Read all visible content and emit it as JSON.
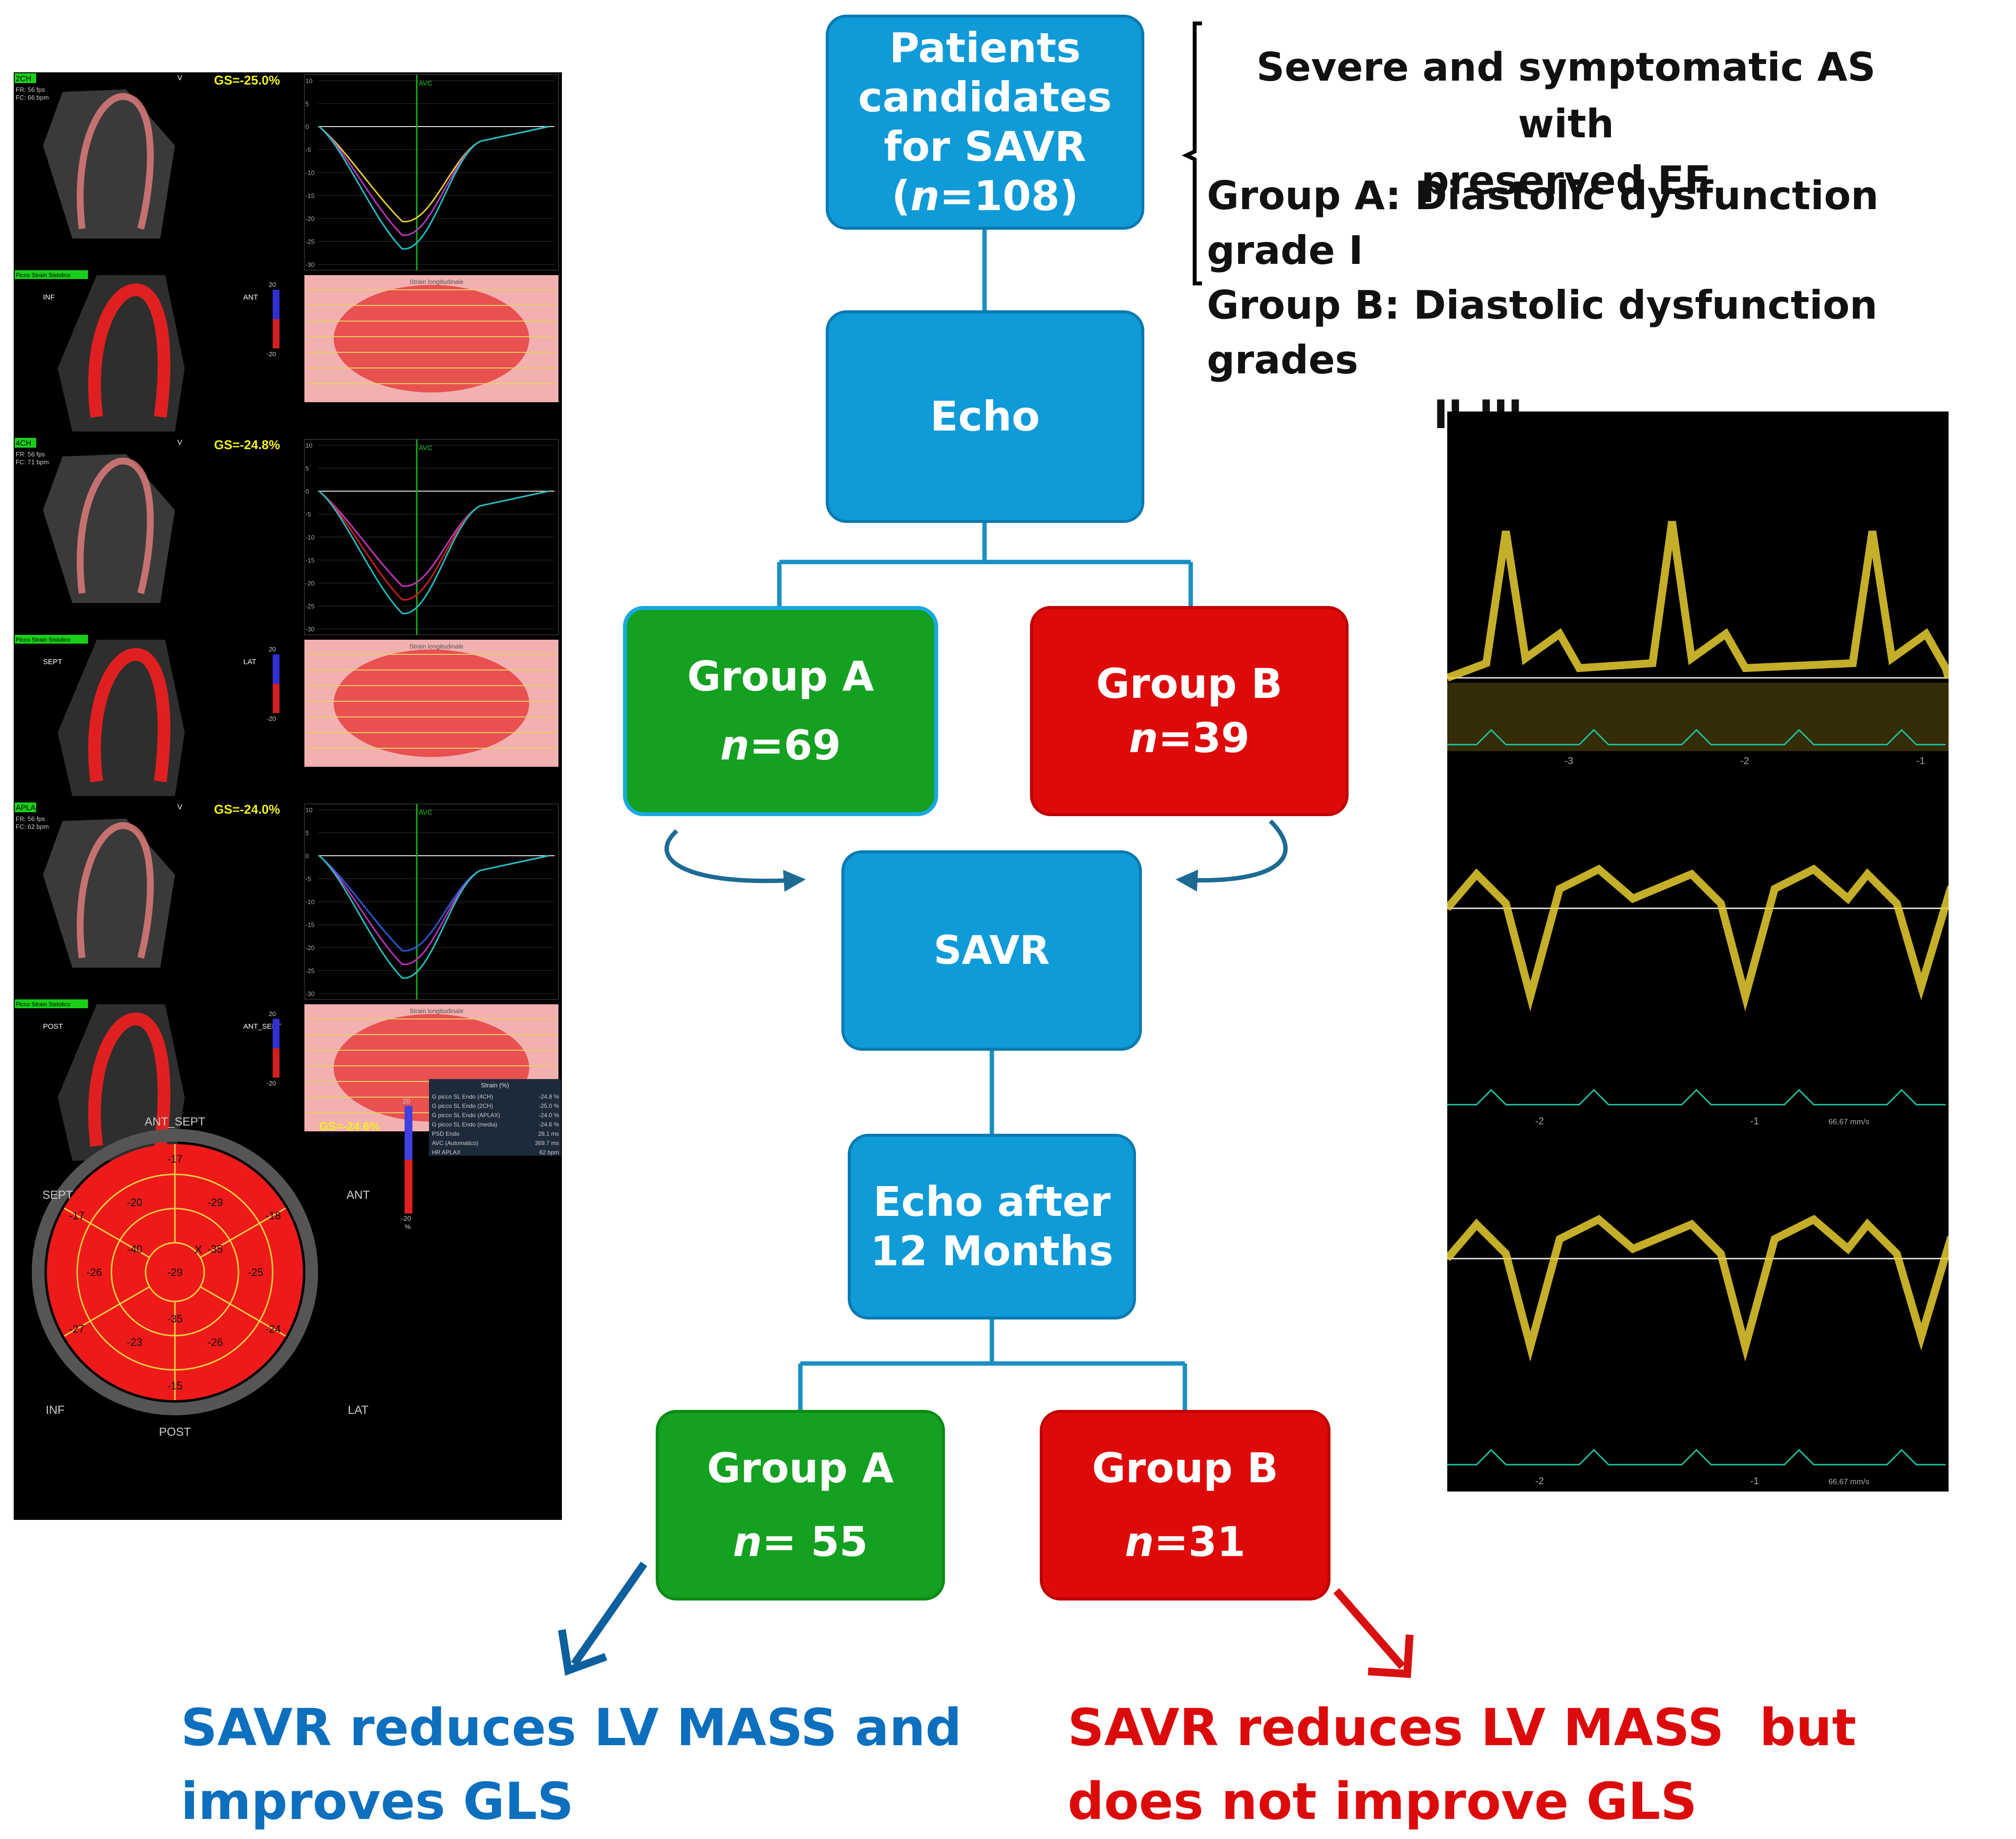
{
  "flowchart": {
    "patients": {
      "line1": "Patients",
      "line2": "candidates",
      "line3": "for SAVR",
      "n_prefix": "(",
      "n_var": "n",
      "n_suffix": "=108)"
    },
    "echo": {
      "label": "Echo"
    },
    "group_a_pre": {
      "label": "Group A",
      "n_var": "n",
      "n_value": "=69"
    },
    "group_b_pre": {
      "label": "Group B",
      "n_var": "n",
      "n_value": "=39"
    },
    "savr": {
      "label": "SAVR"
    },
    "echo_after": {
      "line1": "Echo after",
      "line2": "12 Months"
    },
    "group_a_post": {
      "label": "Group A",
      "n_var": "n",
      "n_value": "= 55"
    },
    "group_b_post": {
      "label": "Group B",
      "n_var": "n",
      "n_value": "=31"
    }
  },
  "inclusion_note": {
    "line1": "Severe and symptomatic AS with",
    "line2": "preserved EF",
    "line3": "Group A: Diastolic dysfunction grade I",
    "line4": "Group B: Diastolic dysfunction grades",
    "line5": "II-III"
  },
  "conclusions": {
    "group_a": {
      "line1": "SAVR reduces LV MASS and",
      "line2": "improves GLS",
      "color": "#0d6fbd"
    },
    "group_b": {
      "line1": "SAVR reduces LV MASS  but",
      "line2": "does not improve GLS",
      "color": "#dc0b0b"
    }
  },
  "colors": {
    "flow_blue": "#0f9ad8",
    "connector": "#1a8fc2",
    "group_green": "#14a020",
    "group_red": "#de0a0a"
  },
  "echo_panel": {
    "views": [
      {
        "view_tag": "2CH",
        "gs": "GS=-25.0%",
        "fr": "FR: 56 fps",
        "fc": "FC: 66 bpm",
        "left": "INF",
        "right": "ANT"
      },
      {
        "view_tag": "4CH",
        "gs": "GS=-24.8%",
        "fr": "FR: 56 fps",
        "fc": "FC: 71 bpm",
        "left": "SEPT",
        "right": "LAT"
      },
      {
        "view_tag": "APLAX",
        "gs": "GS=-24.0%",
        "fr": "FR: 56 fps",
        "fc": "FC: 62 bpm",
        "left": "POST",
        "right": "ANT_SEPT"
      }
    ],
    "v_marker": "V",
    "segment_tag": "Picco Strain Sistolico",
    "avc": "AVC",
    "curve_y_ticks": [
      "10",
      "5",
      "0",
      "-5",
      "-10",
      "-15",
      "-20",
      "-25",
      "-30"
    ],
    "scale_top": "20",
    "scale_bottom": "-20",
    "scale_unit": "%",
    "heatmap_label": "Strain longitudinale",
    "bullseye": {
      "gs": "GS=-24.6%",
      "orient": {
        "top": "ANT_SEPT",
        "top_left": "SEPT",
        "top_right": "ANT",
        "bottom_left": "INF",
        "bottom_right": "LAT",
        "bottom": "POST"
      },
      "outer_ring": [
        -17,
        -18,
        -24,
        -15,
        -27,
        -17
      ],
      "mid_ring": [
        -29,
        -25,
        -26,
        -23,
        -26,
        -20
      ],
      "apical_ring": [
        -35,
        -35,
        -40
      ],
      "apex": -29,
      "marker": "X"
    },
    "strain_table": {
      "title": "Strain (%)",
      "rows": [
        {
          "k": "G picco SL Endo (4CH)",
          "v": "-24.8 %"
        },
        {
          "k": "G picco SL Endo (2CH)",
          "v": "-25.0 %"
        },
        {
          "k": "G picco SL Endo (APLAX)",
          "v": "-24.0 %"
        },
        {
          "k": "G picco SL Endo (media)",
          "v": "-24.6 %"
        },
        {
          "k": "PSD Endo",
          "v": "28.1 ms"
        },
        {
          "k": "AVC (Automatico)",
          "v": "369.7 ms"
        },
        {
          "k": "HR APLAX",
          "v": "62 bpm"
        }
      ]
    }
  },
  "doppler_panel": {
    "strips": [
      {
        "ticks": [
          "-3",
          "-2",
          "-1"
        ],
        "speed": ""
      },
      {
        "ticks": [
          "-2",
          "-1"
        ],
        "speed": "66.67 mm/s"
      },
      {
        "ticks": [
          "-2",
          "-1"
        ],
        "speed": "66.67 mm/s"
      }
    ]
  }
}
